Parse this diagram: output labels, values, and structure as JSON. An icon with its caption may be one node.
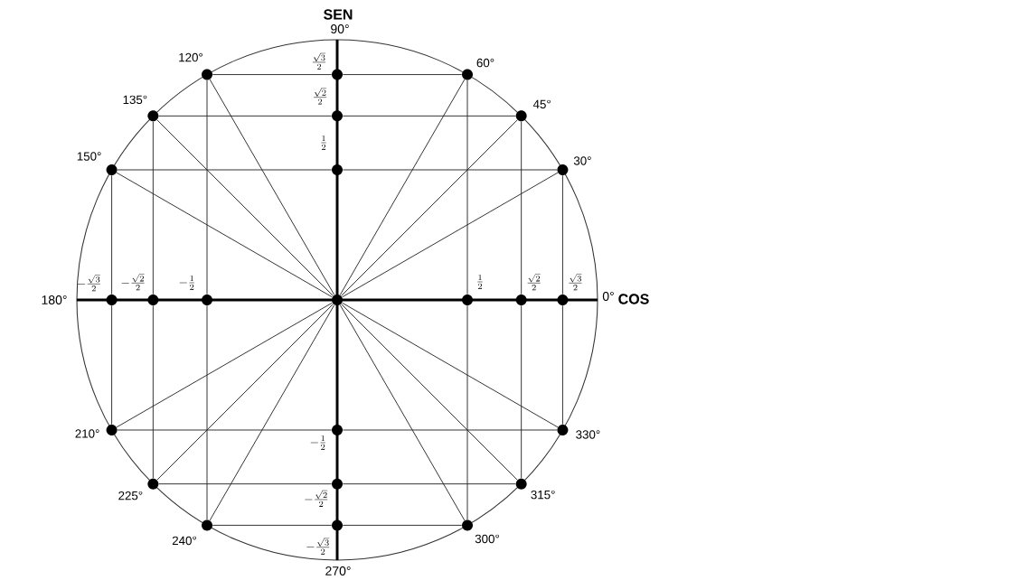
{
  "diagram": {
    "nodes": [
      {
        "text": [],
        "shape": "circle",
        "beside": [
          "120°"
        ]
      },
      {
        "text": [],
        "shape": "circle",
        "beside": [
          "60°"
        ]
      },
      {
        "text": [],
        "shape": "circle",
        "beside": [
          "\\frac{\\sqrt{3}}{2}"
        ]
      },
      {
        "text": [],
        "shape": "circle",
        "beside": [
          "135°"
        ]
      },
      {
        "text": [],
        "shape": "circle",
        "beside": [
          "45°"
        ]
      },
      {
        "text": [],
        "shape": "circle",
        "beside": [
          "\\frac{\\sqrt{2}}{2}"
        ]
      },
      {
        "text": [],
        "shape": "circle",
        "beside": [
          "150°"
        ]
      },
      {
        "text": [],
        "shape": "circle",
        "beside": [
          "30°"
        ]
      },
      {
        "text": [],
        "shape": "circle",
        "beside": [
          "\\frac{1}{2}"
        ]
      },
      {
        "text": [],
        "shape": "circle",
        "beside": [
          "-\\frac{\\sqrt{3}}{2}"
        ]
      },
      {
        "text": [],
        "shape": "circle",
        "beside": [
          "-\\frac{\\sqrt{2}}{2}"
        ]
      },
      {
        "text": [],
        "shape": "circle",
        "beside": [
          "-\\frac{1}{2}"
        ]
      },
      {
        "text": [],
        "shape": "circle"
      },
      {
        "text": [],
        "shape": "circle",
        "beside": [
          "\\frac{1}{2}"
        ]
      },
      {
        "text": [],
        "shape": "circle",
        "beside": [
          "\\frac{\\sqrt{2}}{2}"
        ]
      },
      {
        "text": [],
        "shape": "circle",
        "beside": [
          "\\frac{\\sqrt{3}}{2}"
        ]
      },
      {
        "text": [],
        "shape": "circle",
        "beside": [
          "210°"
        ]
      },
      {
        "text": [],
        "shape": "circle",
        "beside": [
          "330°"
        ]
      },
      {
        "text": [],
        "shape": "circle",
        "beside": [
          "-\\frac{1}{2}"
        ]
      },
      {
        "text": [],
        "shape": "circle",
        "beside": [
          "225°"
        ]
      },
      {
        "text": [],
        "shape": "circle",
        "beside": [
          "315°"
        ]
      },
      {
        "text": [],
        "shape": "circle",
        "beside": [
          "-\\frac{\\sqrt{2}}{2}"
        ]
      },
      {
        "text": [],
        "shape": "circle",
        "beside": [
          "240°"
        ]
      },
      {
        "text": [],
        "shape": "circle",
        "beside": [
          "300°"
        ]
      },
      {
        "text": [],
        "shape": "circle",
        "beside": [
          "-\\frac{\\sqrt{3}}{2}"
        ]
      }
    ],
    "edges": [
      {
        "from": 12,
        "to": 0,
        "arrow": "none"
      },
      {
        "from": 12,
        "to": 1,
        "arrow": "none"
      },
      {
        "from": 12,
        "to": 3,
        "arrow": "none"
      },
      {
        "from": 12,
        "to": 4,
        "arrow": "none"
      },
      {
        "from": 12,
        "to": 6,
        "arrow": "none"
      },
      {
        "from": 12,
        "to": 7,
        "arrow": "none"
      },
      {
        "from": 12,
        "to": 16,
        "arrow": "none"
      },
      {
        "from": 12,
        "to": 17,
        "arrow": "none"
      },
      {
        "from": 12,
        "to": 19,
        "arrow": "none"
      },
      {
        "from": 12,
        "to": 20,
        "arrow": "none"
      },
      {
        "from": 12,
        "to": 22,
        "arrow": "none"
      },
      {
        "from": 12,
        "to": 23,
        "arrow": "none"
      },
      {
        "from": 0,
        "to": 2,
        "arrow": "none"
      },
      {
        "from": 2,
        "to": 1,
        "arrow": "none"
      },
      {
        "from": 3,
        "to": 5,
        "arrow": "none"
      },
      {
        "from": 5,
        "to": 4,
        "arrow": "none"
      },
      {
        "from": 6,
        "to": 8,
        "arrow": "none"
      },
      {
        "from": 8,
        "to": 7,
        "arrow": "none"
      },
      {
        "from": 16,
        "to": 18,
        "arrow": "none"
      },
      {
        "from": 18,
        "to": 17,
        "arrow": "none"
      },
      {
        "from": 19,
        "to": 21,
        "arrow": "none"
      },
      {
        "from": 21,
        "to": 20,
        "arrow": "none"
      },
      {
        "from": 22,
        "to": 24,
        "arrow": "none"
      },
      {
        "from": 24,
        "to": 23,
        "arrow": "none"
      },
      {
        "from": 0,
        "to": 11,
        "arrow": "none"
      },
      {
        "from": 11,
        "to": 22,
        "arrow": "none"
      },
      {
        "from": 3,
        "to": 10,
        "arrow": "none"
      },
      {
        "from": 10,
        "to": 19,
        "arrow": "none"
      },
      {
        "from": 6,
        "to": 9,
        "arrow": "none"
      },
      {
        "from": 9,
        "to": 16,
        "arrow": "none"
      },
      {
        "from": 1,
        "to": 13,
        "arrow": "none"
      },
      {
        "from": 13,
        "to": 23,
        "arrow": "none"
      },
      {
        "from": 4,
        "to": 14,
        "arrow": "none"
      },
      {
        "from": 14,
        "to": 20,
        "arrow": "none"
      },
      {
        "from": 7,
        "to": 15,
        "arrow": "none"
      },
      {
        "from": 15,
        "to": 17,
        "arrow": "none"
      }
    ],
    "labels": [
      "SEN",
      "90°",
      "0°",
      "COS",
      "180°",
      "270°"
    ]
  }
}
